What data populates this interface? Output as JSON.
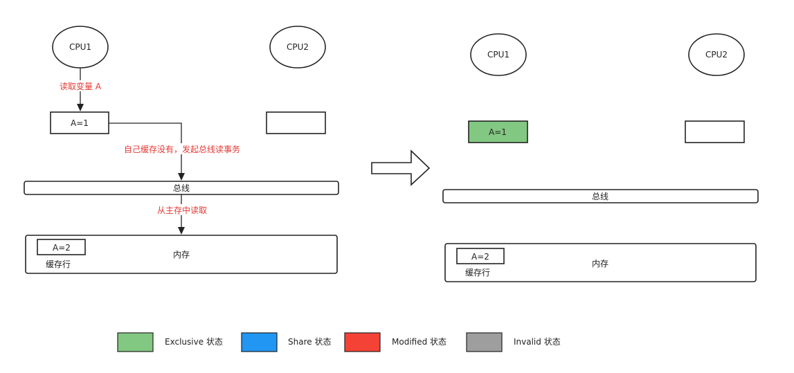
{
  "left": {
    "cpu1": "CPU1",
    "cpu2": "CPU2",
    "read_label": "读取变量 A",
    "cache_value": "A=1",
    "miss_label": "自己缓存没有，发起总线读事务",
    "bus": "总线",
    "mem_read_label": "从主存中读取",
    "mem_cell": "A=2",
    "cache_line": "缓存行",
    "memory": "内存"
  },
  "right": {
    "cpu1": "CPU1",
    "cpu2": "CPU2",
    "cache_value": "A=1",
    "bus": "总线",
    "mem_cell": "A=2",
    "cache_line": "缓存行",
    "memory": "内存"
  },
  "legend": [
    {
      "label": "Exclusive 状态",
      "color": "#82c882"
    },
    {
      "label": "Share 状态",
      "color": "#2196f3"
    },
    {
      "label": "Modified 状态",
      "color": "#f44336"
    },
    {
      "label": "Invalid 状态",
      "color": "#9e9e9e"
    }
  ],
  "colors": {
    "exclusive": "#82c882",
    "annotation_red": "#e53935"
  }
}
